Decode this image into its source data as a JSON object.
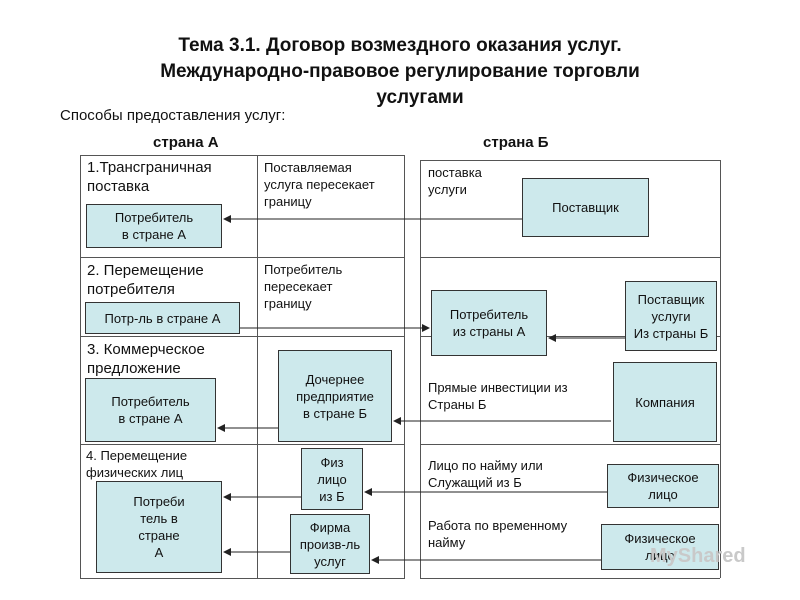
{
  "title": {
    "line1": "Тема 3.1. Договор возмездного оказания услуг.",
    "line2": "Международно-правовое регулирование торговли",
    "line3": "услугами"
  },
  "subtitle": "Способы предоставления услуг:",
  "headers": {
    "country_a": "страна А",
    "country_b": "страна Б"
  },
  "rows": [
    {
      "mode": "1.Трансграничная\nпоставка",
      "desc": "Поставляемая\nуслуга пересекает\nграницу",
      "right_text": "поставка\nуслуги",
      "boxes": {
        "a": "Потребитель\nв стране А",
        "b": "Поставщик"
      }
    },
    {
      "mode": "2. Перемещение\nпотребителя",
      "desc": "Потребитель\nпересекает\nграницу",
      "boxes": {
        "a": "Потр-ль в стране А",
        "mid": "Потребитель\nиз страны А",
        "b": "Поставщик\nуслуги\nИз страны Б"
      }
    },
    {
      "mode": "3. Коммерческое\nпредложение",
      "right_text": "Прямые инвестиции из\nСтраны Б",
      "boxes": {
        "a": "Потребитель\nв стране А",
        "mid": "Дочернее\nпредприятие\nв стране Б",
        "b": "Компания"
      }
    },
    {
      "mode": "4. Перемещение\nфизических лиц",
      "right_text_1": "Лицо по найму или\nСлужащий из Б",
      "right_text_2": "Работа по временному\nнайму",
      "boxes": {
        "a": "Потреби\nтель в\nстране\nА",
        "mid1": "Физ\nлицо\nиз Б",
        "mid2": "Фирма\nпроизв-ль\nуслуг",
        "b1": "Физическое\nлицо",
        "b2": "Физическое\nлицо"
      }
    }
  ],
  "watermark": "MyShared",
  "colors": {
    "box_fill": "#cde9ec",
    "lines": "#555555"
  }
}
